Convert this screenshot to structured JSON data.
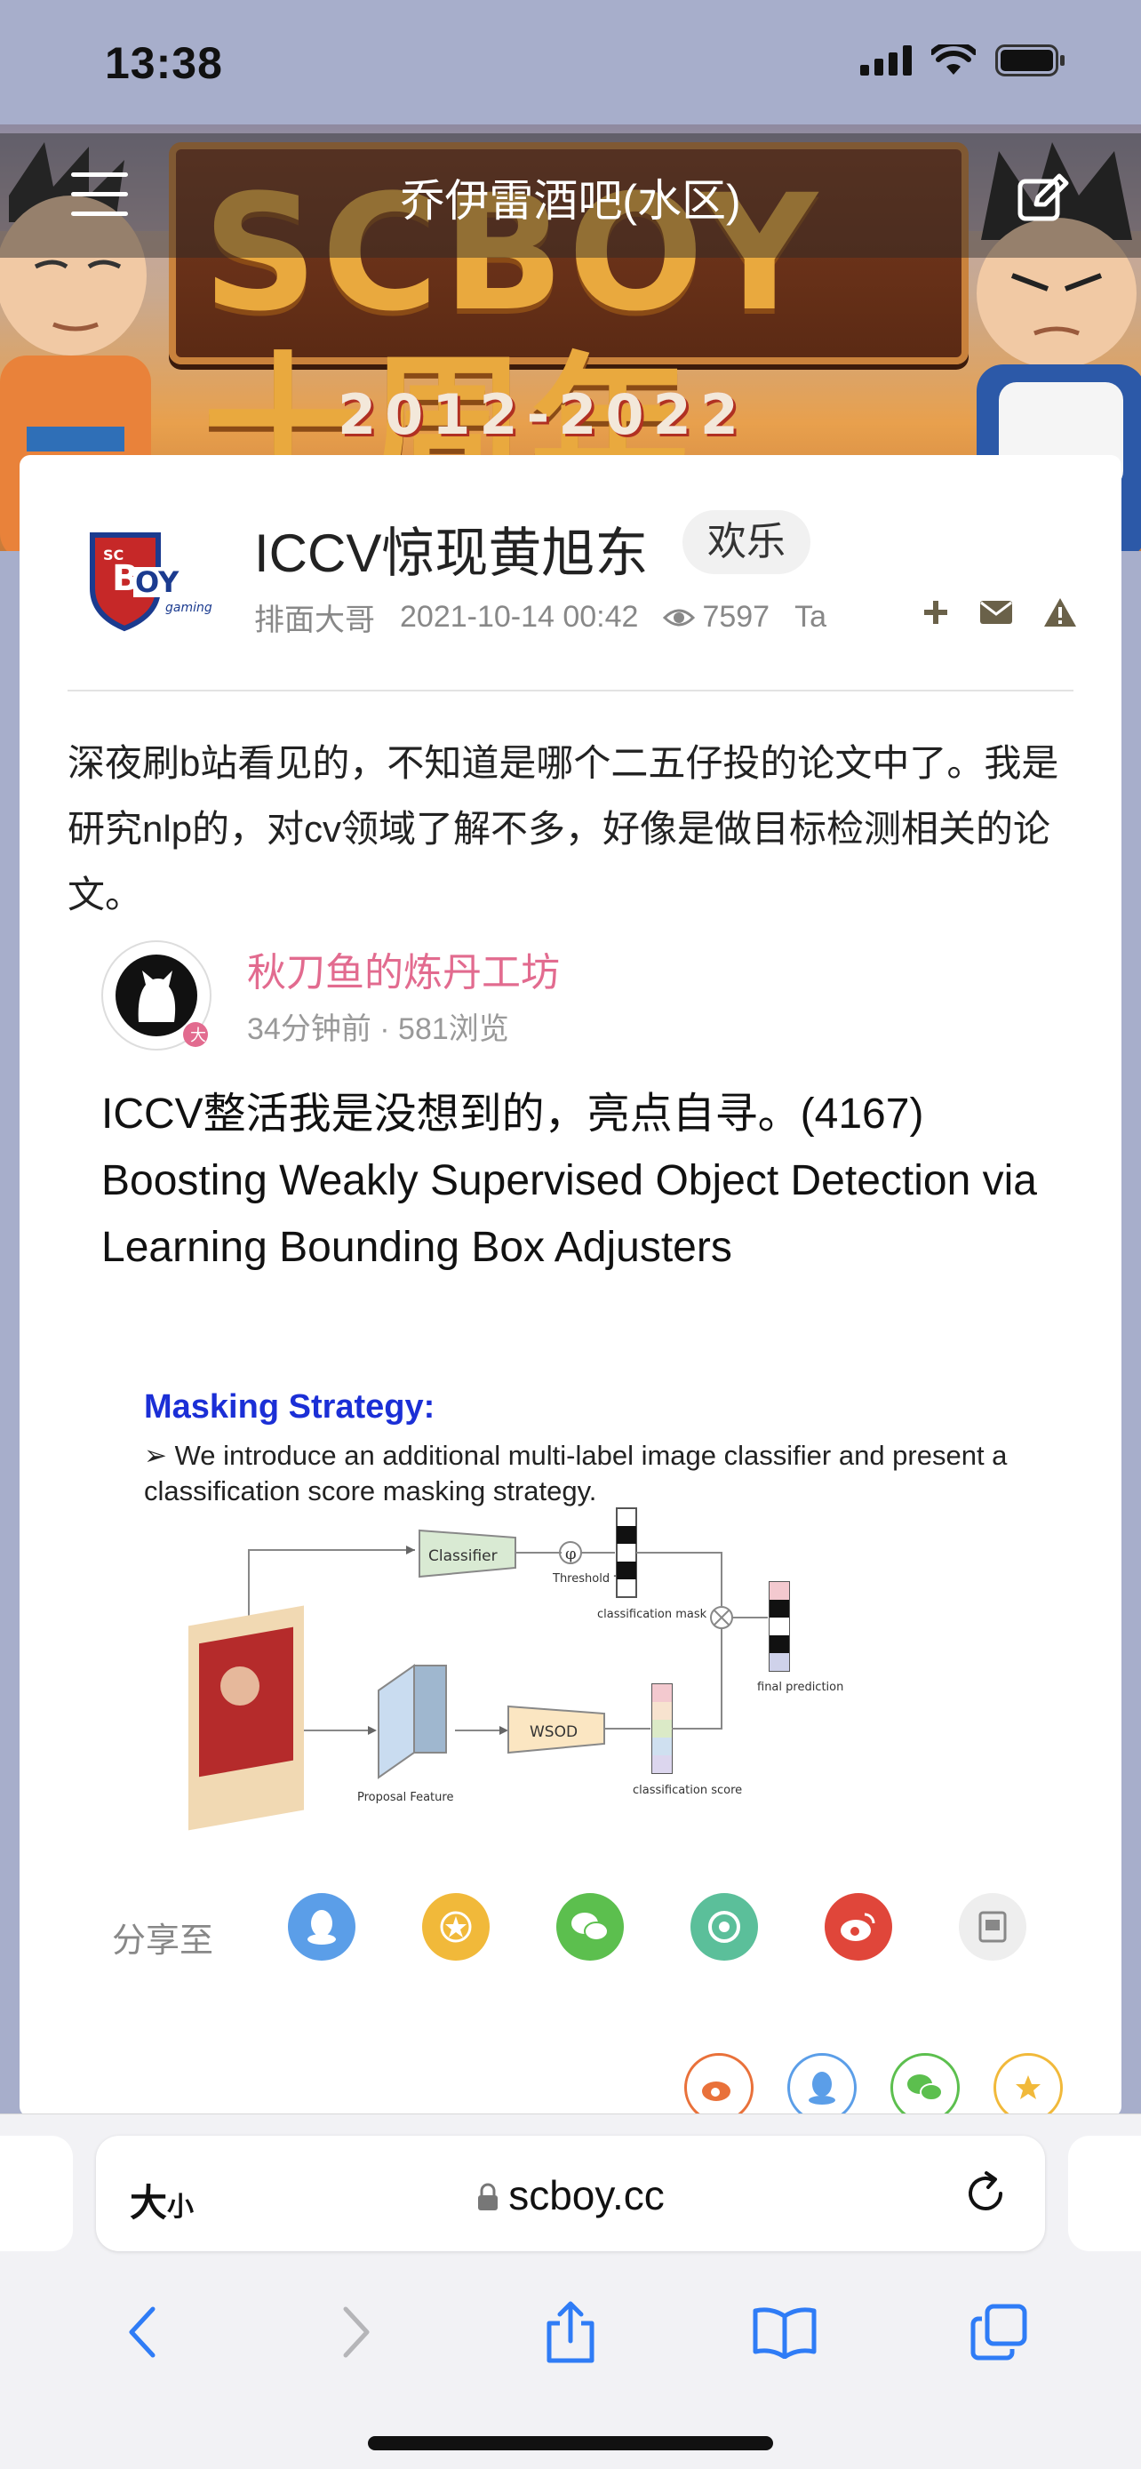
{
  "status_bar": {
    "time": "13:38"
  },
  "nav": {
    "title": "乔伊雷酒吧(水区)"
  },
  "banner": {
    "logo_text": "SCBOY十周年",
    "years": "2012-2022",
    "badge_text": "SC BOY gaming"
  },
  "post": {
    "title": "ICCV惊现黄旭东",
    "category": "欢乐",
    "author": "排面大哥",
    "datetime": "2021-10-14 00:42",
    "views": "7597",
    "ta_label": "Ta",
    "body": "深夜刷b站看见的，不知道是哪个二五仔投的论文中了。我是研究nlp的，对cv领域了解不多，好像是做目标检测相关的论文。"
  },
  "embed": {
    "author": "秋刀鱼的炼丹工坊",
    "meta": "34分钟前 · 581浏览",
    "badge": "大",
    "text": "ICCV整活我是没想到的，亮点自寻。(4167) Boosting Weakly Supervised Object Detection via Learning Bounding Box Adjusters",
    "figure": {
      "heading": "Masking Strategy:",
      "bullet": "We introduce an additional multi-label image classifier and present a classification score masking strategy.",
      "classifier": "Classifier",
      "threshold": "Threshold τ",
      "mask_label": "classification mask",
      "wsod": "WSOD",
      "proposal": "Proposal Feature",
      "score_label": "classification score",
      "final": "final prediction",
      "phi": "φ"
    }
  },
  "share": {
    "label": "分享至",
    "icons": [
      "qq-icon",
      "qzone-icon",
      "wechat-icon",
      "moments-icon",
      "weibo-icon",
      "poster-icon"
    ],
    "colors": {
      "qq": "#5b9ee8",
      "qzone": "#f1b93a",
      "wechat": "#5cbf4e",
      "moments": "#5bbf9a",
      "weibo": "#e0463a",
      "poster": "#eeeeee"
    }
  },
  "safari": {
    "aa": "大",
    "aa_small": "小",
    "url": "scboy.cc"
  }
}
